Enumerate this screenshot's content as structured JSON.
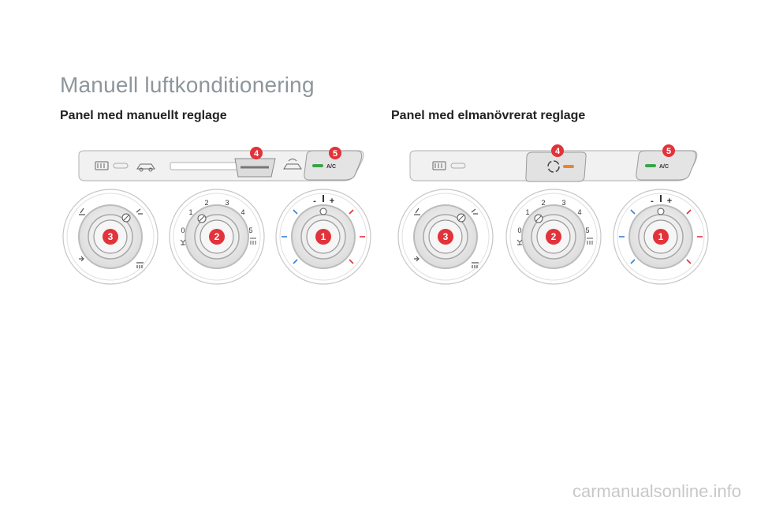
{
  "page_title": "Manuell luftkonditionering",
  "panels": [
    {
      "heading": "Panel med manuellt reglage",
      "callouts": [
        "4",
        "5"
      ],
      "button_label": "A/C",
      "knobs": [
        {
          "callout": "3",
          "type": "distribution"
        },
        {
          "callout": "2",
          "type": "fan",
          "scale": [
            "0",
            "1",
            "2",
            "3",
            "4",
            "5"
          ]
        },
        {
          "callout": "1",
          "type": "temperature",
          "labels": [
            "-",
            "+"
          ]
        }
      ]
    },
    {
      "heading": "Panel med elmanövrerat reglage",
      "callouts": [
        "4",
        "5"
      ],
      "button_label": "A/C",
      "knobs": [
        {
          "callout": "3",
          "type": "distribution"
        },
        {
          "callout": "2",
          "type": "fan",
          "scale": [
            "0",
            "1",
            "2",
            "3",
            "4",
            "5"
          ]
        },
        {
          "callout": "1",
          "type": "temperature",
          "labels": [
            "-",
            "+"
          ]
        }
      ]
    }
  ],
  "colors": {
    "callout": "#e2323a",
    "title": "#8e969b",
    "ac_led": "#3aa34a",
    "recirc_led": "#e8862a",
    "cold": "#3a7fd5",
    "hot": "#e2323a"
  },
  "watermark": "carmanualsonline.info"
}
